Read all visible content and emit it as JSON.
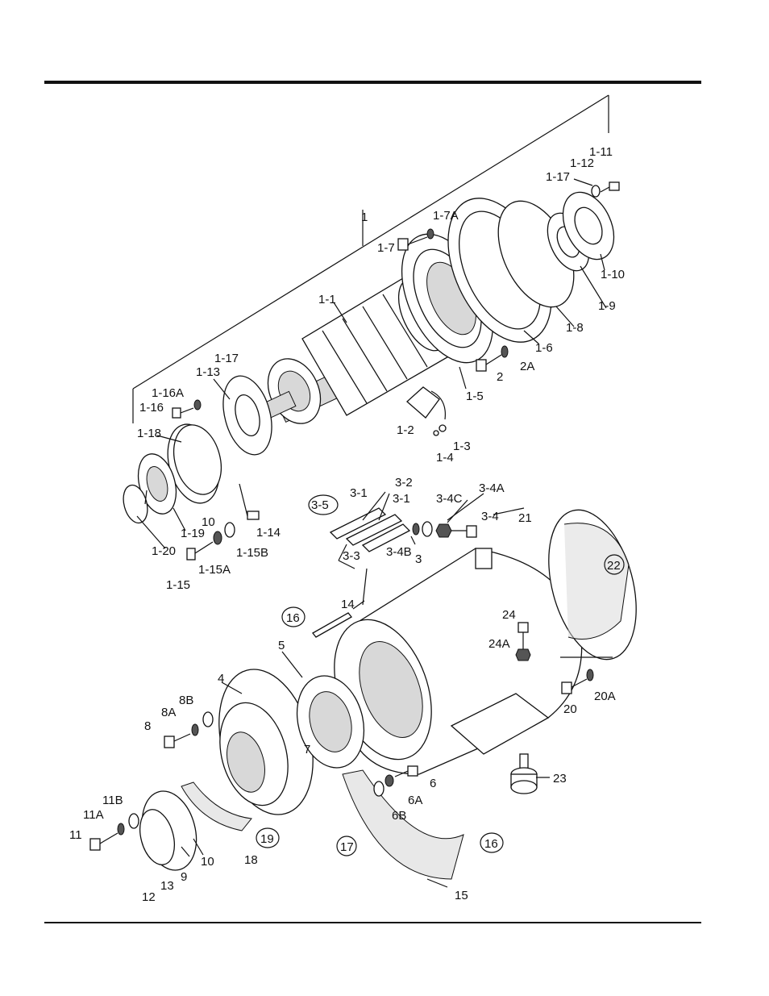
{
  "diagram": {
    "labels": [
      {
        "id": "lbl-1",
        "text": "1"
      },
      {
        "id": "lbl-1-1",
        "text": "1-1"
      },
      {
        "id": "lbl-1-2",
        "text": "1-2"
      },
      {
        "id": "lbl-1-3",
        "text": "1-3"
      },
      {
        "id": "lbl-1-4",
        "text": "1-4"
      },
      {
        "id": "lbl-1-5",
        "text": "1-5"
      },
      {
        "id": "lbl-1-6",
        "text": "1-6"
      },
      {
        "id": "lbl-1-7",
        "text": "1-7"
      },
      {
        "id": "lbl-1-7A",
        "text": "1-7A"
      },
      {
        "id": "lbl-1-8",
        "text": "1-8"
      },
      {
        "id": "lbl-1-9",
        "text": "1-9"
      },
      {
        "id": "lbl-1-10",
        "text": "1-10"
      },
      {
        "id": "lbl-1-11",
        "text": "1-11"
      },
      {
        "id": "lbl-1-12",
        "text": "1-12"
      },
      {
        "id": "lbl-1-17a",
        "text": "1-17"
      },
      {
        "id": "lbl-1-17b",
        "text": "1-17"
      },
      {
        "id": "lbl-1-13",
        "text": "1-13"
      },
      {
        "id": "lbl-1-14",
        "text": "1-14"
      },
      {
        "id": "lbl-1-15",
        "text": "1-15"
      },
      {
        "id": "lbl-1-15A",
        "text": "1-15A"
      },
      {
        "id": "lbl-1-15B",
        "text": "1-15B"
      },
      {
        "id": "lbl-1-16",
        "text": "1-16"
      },
      {
        "id": "lbl-1-16A",
        "text": "1-16A"
      },
      {
        "id": "lbl-1-18",
        "text": "1-18"
      },
      {
        "id": "lbl-1-19",
        "text": "1-19"
      },
      {
        "id": "lbl-1-20",
        "text": "1-20"
      },
      {
        "id": "lbl-10a",
        "text": "10"
      },
      {
        "id": "lbl-2",
        "text": "2"
      },
      {
        "id": "lbl-2A",
        "text": "2A"
      },
      {
        "id": "lbl-3",
        "text": "3"
      },
      {
        "id": "lbl-3-1a",
        "text": "3-1"
      },
      {
        "id": "lbl-3-1b",
        "text": "3-1"
      },
      {
        "id": "lbl-3-2",
        "text": "3-2"
      },
      {
        "id": "lbl-3-3",
        "text": "3-3"
      },
      {
        "id": "lbl-3-4",
        "text": "3-4"
      },
      {
        "id": "lbl-3-4A",
        "text": "3-4A"
      },
      {
        "id": "lbl-3-4B",
        "text": "3-4B"
      },
      {
        "id": "lbl-3-4C",
        "text": "3-4C"
      },
      {
        "id": "lbl-3-5",
        "text": "3-5"
      },
      {
        "id": "lbl-4",
        "text": "4"
      },
      {
        "id": "lbl-5",
        "text": "5"
      },
      {
        "id": "lbl-6",
        "text": "6"
      },
      {
        "id": "lbl-6A",
        "text": "6A"
      },
      {
        "id": "lbl-6B",
        "text": "6B"
      },
      {
        "id": "lbl-7",
        "text": "7"
      },
      {
        "id": "lbl-8",
        "text": "8"
      },
      {
        "id": "lbl-8A",
        "text": "8A"
      },
      {
        "id": "lbl-8B",
        "text": "8B"
      },
      {
        "id": "lbl-9",
        "text": "9"
      },
      {
        "id": "lbl-10b",
        "text": "10"
      },
      {
        "id": "lbl-11",
        "text": "11"
      },
      {
        "id": "lbl-11A",
        "text": "11A"
      },
      {
        "id": "lbl-11B",
        "text": "11B"
      },
      {
        "id": "lbl-12",
        "text": "12"
      },
      {
        "id": "lbl-13",
        "text": "13"
      },
      {
        "id": "lbl-14",
        "text": "14"
      },
      {
        "id": "lbl-15",
        "text": "15"
      },
      {
        "id": "lbl-16a",
        "text": "16"
      },
      {
        "id": "lbl-16b",
        "text": "16"
      },
      {
        "id": "lbl-17",
        "text": "17"
      },
      {
        "id": "lbl-18",
        "text": "18"
      },
      {
        "id": "lbl-19",
        "text": "19"
      },
      {
        "id": "lbl-20",
        "text": "20"
      },
      {
        "id": "lbl-20A",
        "text": "20A"
      },
      {
        "id": "lbl-21",
        "text": "21"
      },
      {
        "id": "lbl-22",
        "text": "22"
      },
      {
        "id": "lbl-23",
        "text": "23"
      },
      {
        "id": "lbl-24",
        "text": "24"
      },
      {
        "id": "lbl-24A",
        "text": "24A"
      }
    ]
  }
}
